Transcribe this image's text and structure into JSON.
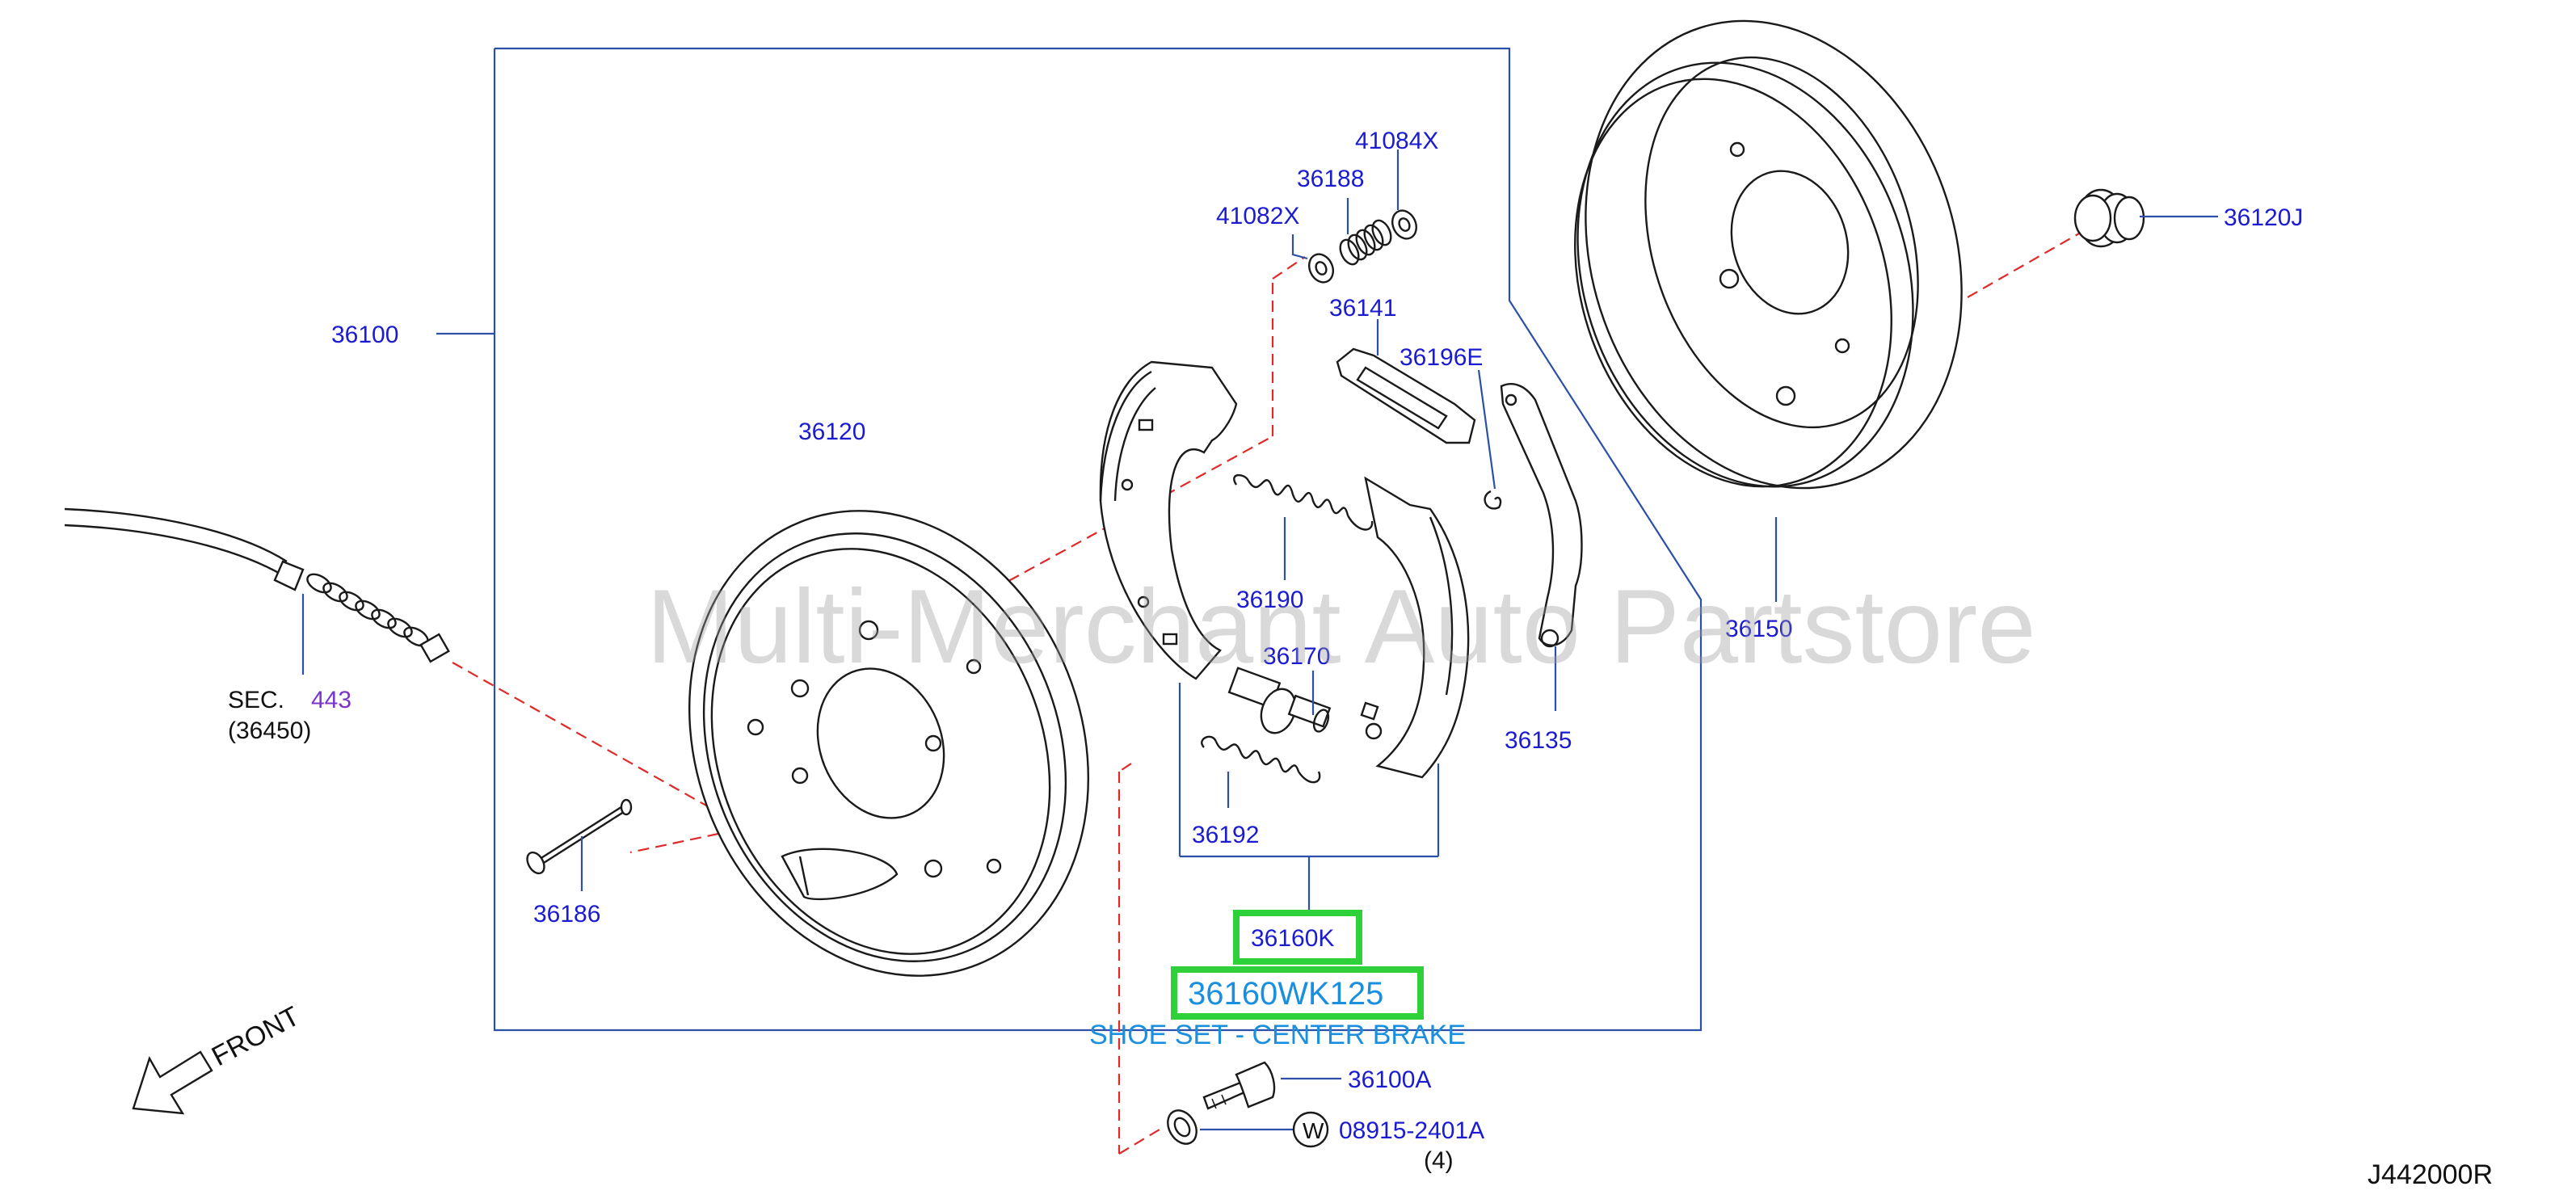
{
  "labels": {
    "assembly": "36100",
    "backing_plate": "36120",
    "cable_sec": "SEC.",
    "cable_sec_num": "443",
    "cable_part": "(36450)",
    "pin": "36186",
    "washer_41082x": "41082X",
    "spring_36188": "36188",
    "washer_41084x": "41084X",
    "strut_36141": "36141",
    "clip_36196e": "36196E",
    "spring_36190": "36190",
    "adjuster_36170": "36170",
    "spring_36192": "36192",
    "lever_36135": "36135",
    "drum_36150": "36150",
    "plug_36120j": "36120J",
    "shoe_set_36160k": "36160K",
    "highlight_part": "36160WK125",
    "highlight_desc": "SHOE SET - CENTER BRAKE",
    "bolt_36100a": "36100A",
    "washer_symbol": "W",
    "washer_08915": "08915-2401A",
    "washer_qty": "(4)",
    "front": "FRONT",
    "diagram_code": "J442000R"
  },
  "watermark": "Multi-Merchant Auto Partstore",
  "colors": {
    "label_blue": "#1b1bd0",
    "leader_blue": "#2c4fa8",
    "dash_red": "#e02a2a",
    "highlight_green": "#2fd13a",
    "highlight_text": "#1a8fe0",
    "section_purple": "#7a35c8"
  }
}
